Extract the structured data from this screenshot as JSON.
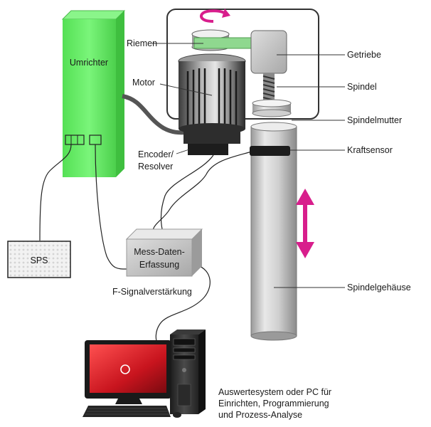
{
  "labels": {
    "umrichter": "Umrichter",
    "riemen": "Riemen",
    "getriebe": "Getriebe",
    "motor": "Motor",
    "spindel": "Spindel",
    "spindelmutter": "Spindelmutter",
    "encoder_line1": "Encoder/",
    "encoder_line2": "Resolver",
    "kraftsensor": "Kraftsensor",
    "sps": "SPS",
    "mess_line1": "Mess-Daten-",
    "mess_line2": "Erfassung",
    "f_signal": "F-Signalverstärkung",
    "spindelgehaeuse": "Spindelgehäuse",
    "pc_line1": "Auswertesystem oder PC für",
    "pc_line2": "Einrichten, Programmierung",
    "pc_line3": "und Prozess-Analyse"
  },
  "colors": {
    "umrichter_green": "#66ee66",
    "belt_green": "#8fd88f",
    "arrow_magenta": "#d81e8c",
    "screen_red": "#c8141e"
  }
}
